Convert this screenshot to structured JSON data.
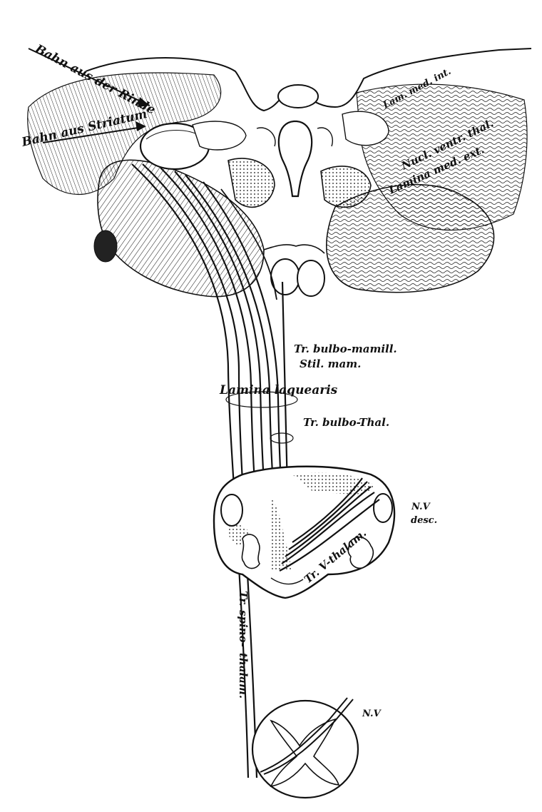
{
  "figure": {
    "labels": {
      "bahn_rinde": "Bahn aus der Rinde",
      "bahn_striatum": "Bahn aus Striatum",
      "lam_med_int": "Lam. med. int.",
      "nucl_ventr_thal": "Nucl. ventr. thal.",
      "lamina_med_ext": "Lamina med. ext.",
      "tr_bulbo_mamill": "Tr. bulbo-mamill.",
      "stil_mam": "Stil. mam.",
      "lamina_laquearis": "Lamina laquearis",
      "tr_bulbo_thal": "Tr. bulbo-Thal.",
      "nv_desc_1": "N.V",
      "nv_desc_2": "desc.",
      "tr_v_thalam": "Tr. V-thalam.",
      "tr_spino_1": "Tr. spino-",
      "tr_spino_2": "thalam.",
      "nv_spinal": "N.V"
    },
    "colors": {
      "ink": "#111111",
      "paper": "#ffffff"
    }
  }
}
